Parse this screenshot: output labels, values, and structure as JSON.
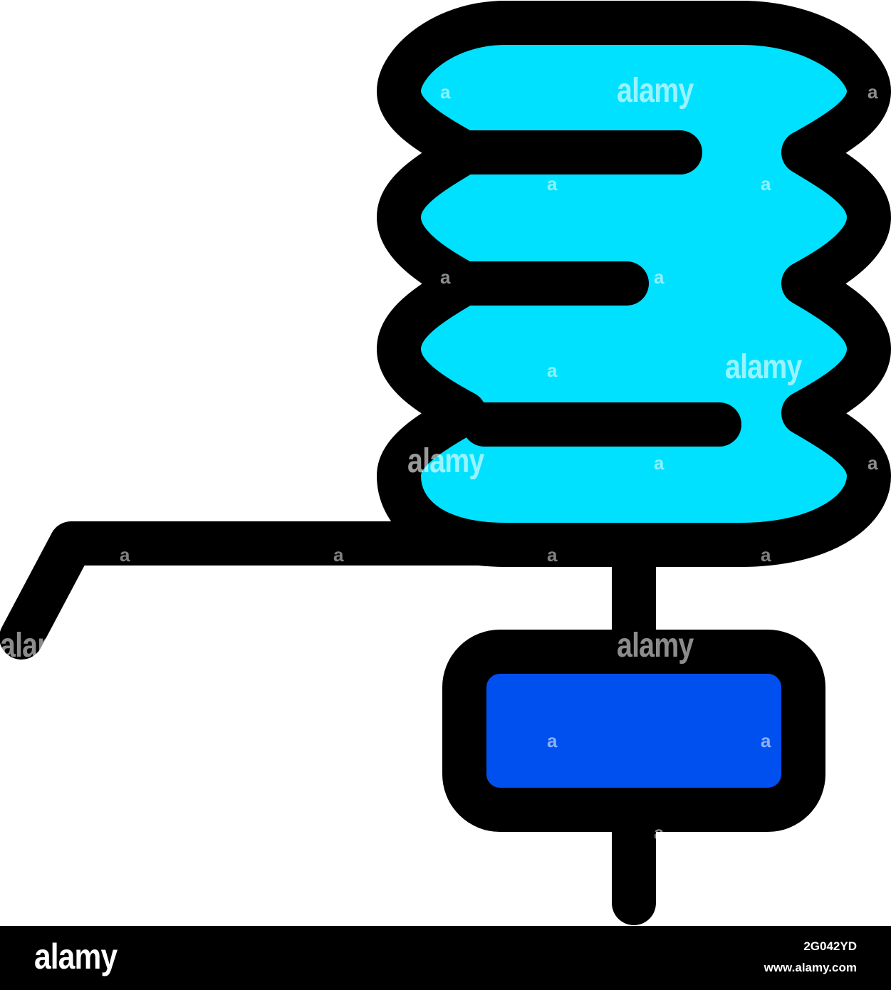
{
  "colors": {
    "outline": "#000000",
    "bellows_fill": "#00e1ff",
    "weight_fill": "#0050f0",
    "background": "#ffffff",
    "footer_bg": "#000000"
  },
  "icon": {
    "name": "air-spring-bellows-icon"
  },
  "watermark": {
    "word": "alamy",
    "mark": "a"
  },
  "footer": {
    "logo": "alamy",
    "image_id": "2G042YD",
    "site": "www.alamy.com"
  }
}
